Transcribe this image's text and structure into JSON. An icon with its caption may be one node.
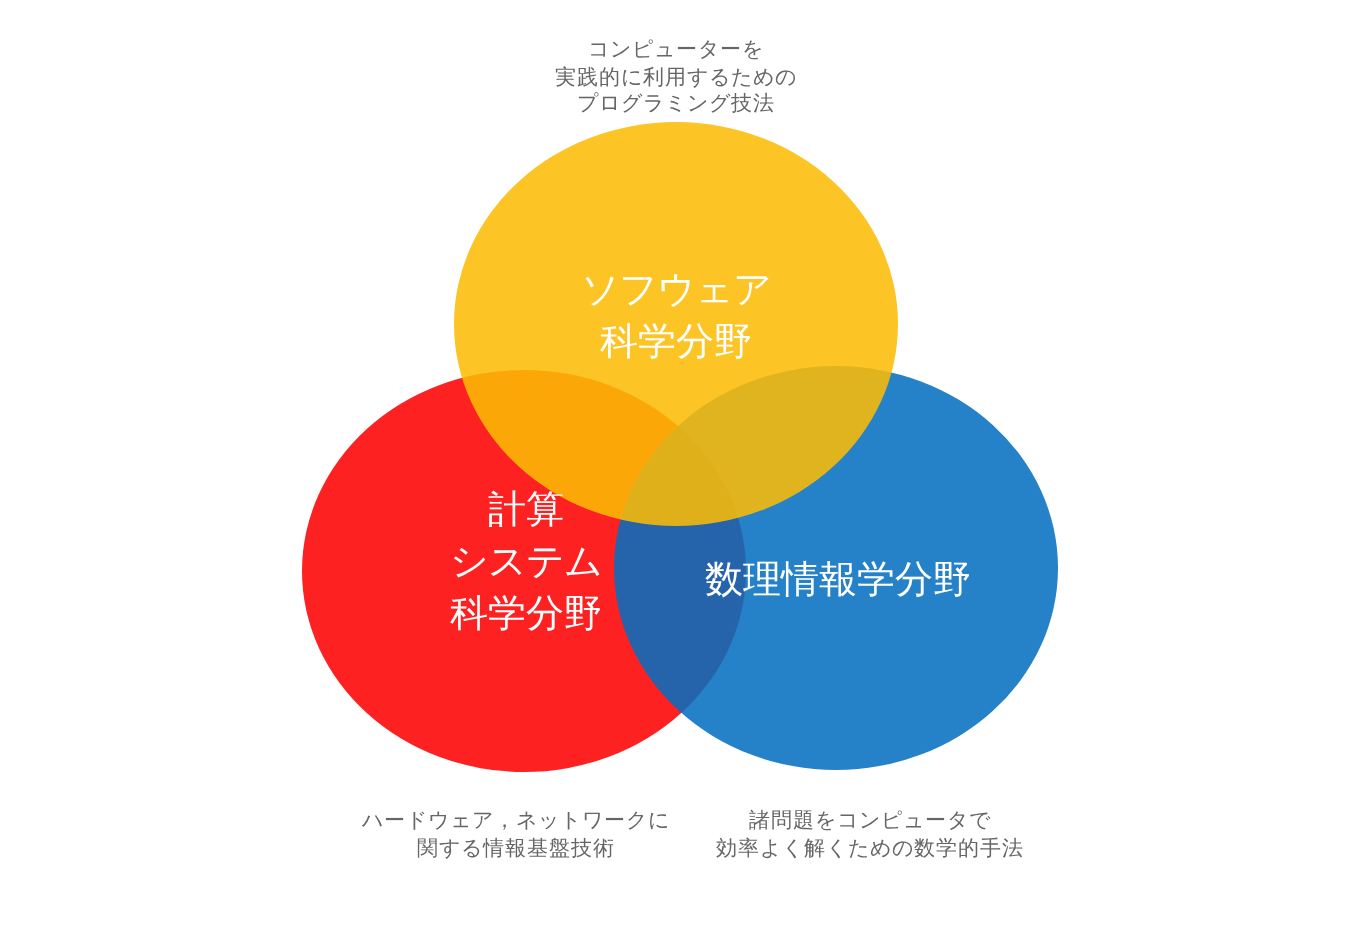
{
  "diagram": {
    "nodes": [
      {
        "text": [
          "ソフウェア科学分野"
        ],
        "beside": [
          "コンピューターを実践的に利用するためのプログラミング技法"
        ]
      },
      {
        "text": [
          "計算システム科学分野"
        ],
        "beside": [
          "ハードウェア，ネットワークに関する情報基盤技術"
        ]
      },
      {
        "text": [
          "数理情報学分野"
        ],
        "beside": [
          "諸問題をコンピュータで効率よく解くための数学的手法"
        ]
      }
    ]
  }
}
